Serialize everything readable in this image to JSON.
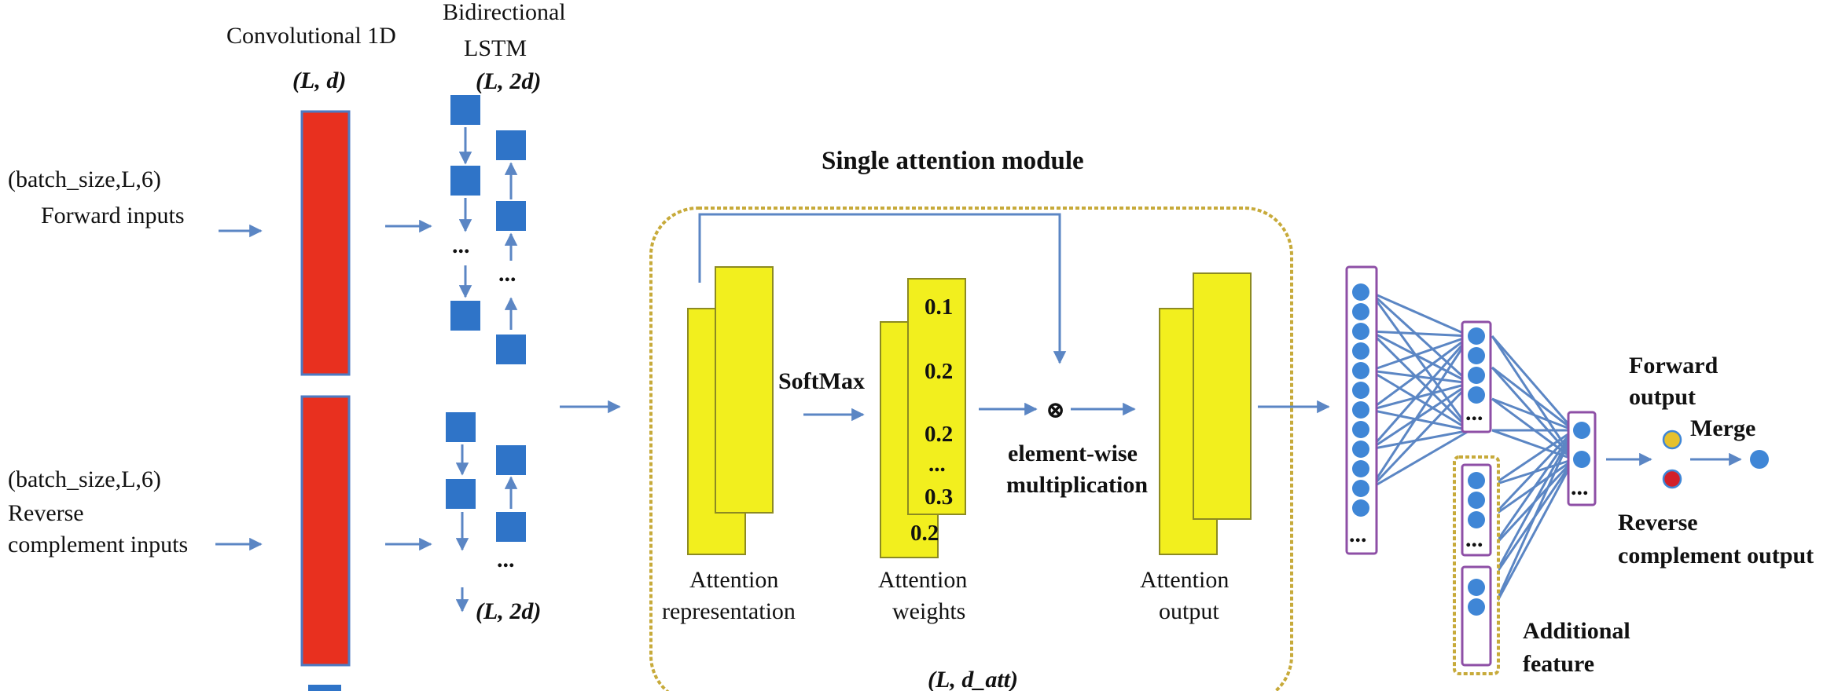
{
  "colors": {
    "arrow": "#5b86c4",
    "conv": "#e8301f",
    "conv_border": "#4d7ac2",
    "lstm_cell": "#2f74c8",
    "attention_fill": "#f2ef1e",
    "attention_border": "#8c8a22",
    "module_border": "#c7aa3a",
    "neuron": "#3f86d6",
    "neuron_box": "#8e4fa6",
    "extra_box": "#c7aa3a",
    "forward_dot": "#e6c12d",
    "reverse_dot": "#d2202a"
  },
  "labels": {
    "conv_title": "Convolutional 1D",
    "conv_shape": "(L, d)",
    "lstm_title_line1": "Bidirectional",
    "lstm_title_line2": "LSTM",
    "lstm_shape_top": "(L, 2d)",
    "lstm_shape_bottom": "(L, 2d)",
    "forward_shape": "(batch_size,L,6)",
    "forward_inputs": "Forward inputs",
    "reverse_shape": "(batch_size,L,6)",
    "reverse_line1": "Reverse",
    "reverse_line2": "complement inputs",
    "module_title": "Single attention module",
    "softmax": "SoftMax",
    "weight_values": [
      "0.1",
      "0.2",
      "0.2",
      "...",
      "0.3",
      "0.2"
    ],
    "multiply_symbol": "⊗",
    "multiply_line1": "element-wise",
    "multiply_line2": "multiplication",
    "att_repr_line1": "Attention",
    "att_repr_line2": "representation",
    "att_weights_line1": "Attention",
    "att_weights_line2": "weights",
    "att_output_line1": "Attention",
    "att_output_line2": "output",
    "module_shape": "(L, d_att)",
    "ellipsis": "...",
    "forward_output_line1": "Forward",
    "forward_output_line2": "output",
    "merge": "Merge",
    "reverse_output_line1": "Reverse",
    "reverse_output_line2": "complement output",
    "additional_line1": "Additional",
    "additional_line2": "feature"
  }
}
